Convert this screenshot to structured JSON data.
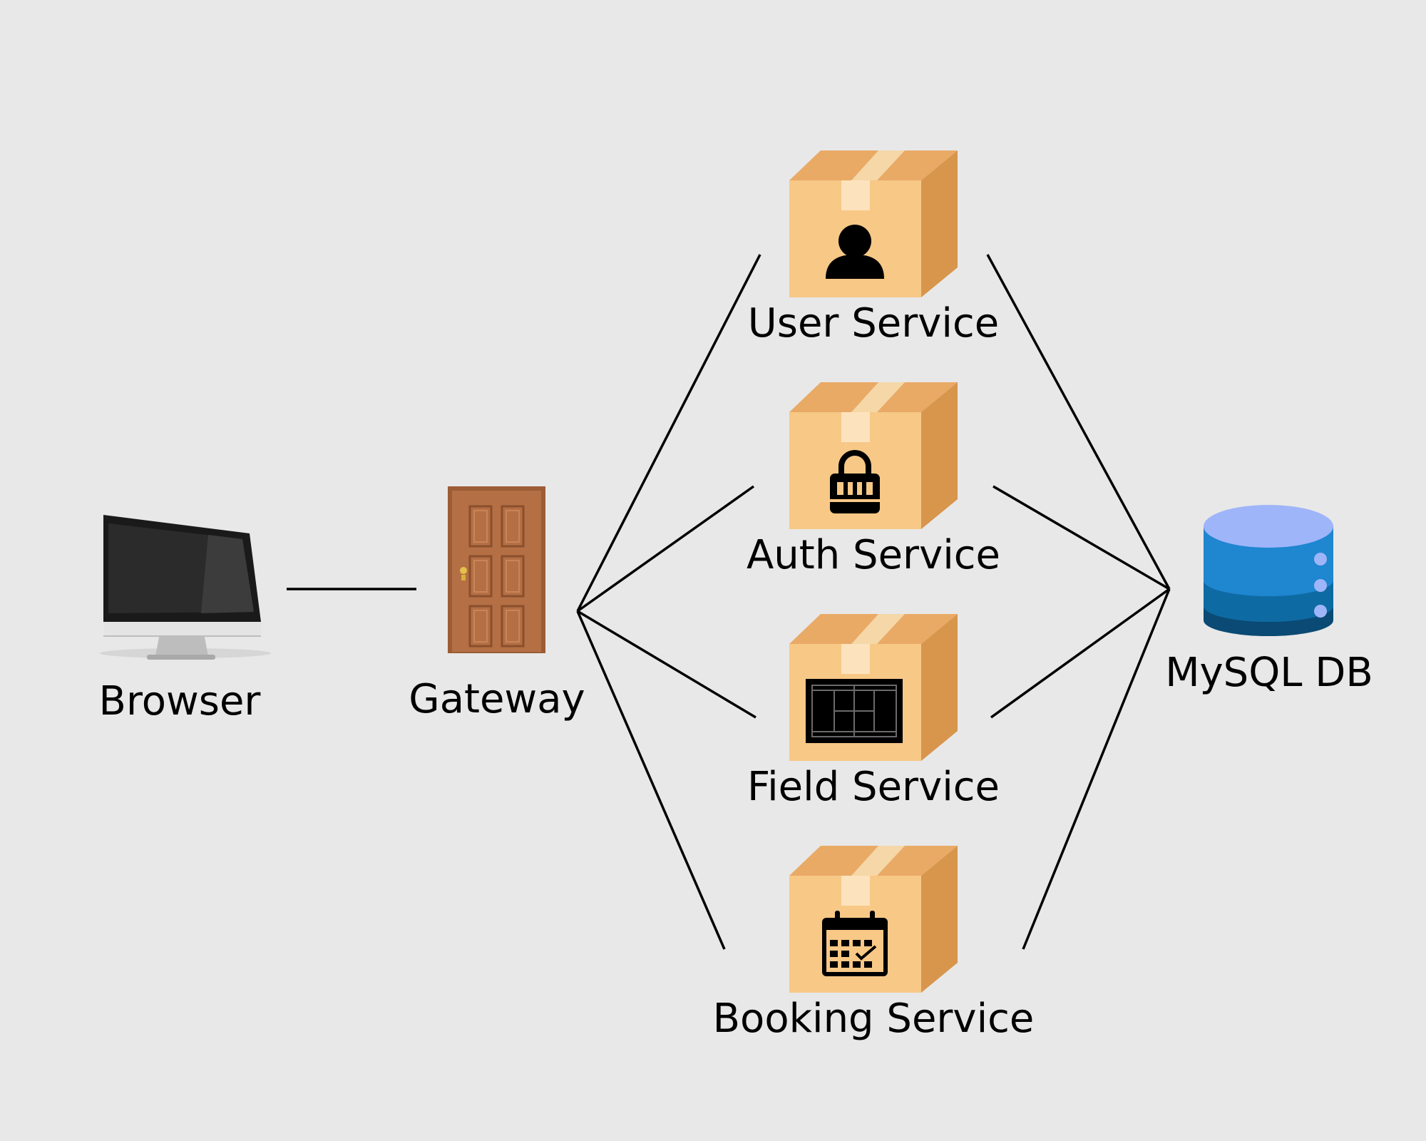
{
  "nodes": {
    "browser": {
      "label": "Browser"
    },
    "gateway": {
      "label": "Gateway"
    },
    "user_service": {
      "label": "User Service",
      "icon": "person-icon"
    },
    "auth_service": {
      "label": "Auth Service",
      "icon": "padlock-icon"
    },
    "field_service": {
      "label": "Field Service",
      "icon": "tennis-court-icon"
    },
    "booking_service": {
      "label": "Booking Service",
      "icon": "calendar-icon"
    },
    "database": {
      "label": "MySQL DB",
      "icon": "database-icon"
    }
  },
  "edges": [
    {
      "from": "browser",
      "to": "gateway"
    },
    {
      "from": "gateway",
      "to": "user_service"
    },
    {
      "from": "gateway",
      "to": "auth_service"
    },
    {
      "from": "gateway",
      "to": "field_service"
    },
    {
      "from": "gateway",
      "to": "booking_service"
    },
    {
      "from": "user_service",
      "to": "database"
    },
    {
      "from": "auth_service",
      "to": "database"
    },
    {
      "from": "field_service",
      "to": "database"
    },
    {
      "from": "booking_service",
      "to": "database"
    }
  ],
  "colors": {
    "background": "#e8e8e8",
    "box_front": "#f7c886",
    "box_top": "#e9aa66",
    "box_side": "#d8954c",
    "box_tape": "#fde3bd",
    "door": "#b46f45",
    "db_top": "#9fb5f9",
    "db_band1": "#1f86d0",
    "db_band2": "#0e6aa3",
    "db_band3": "#0a4a74",
    "line": "#000000"
  }
}
